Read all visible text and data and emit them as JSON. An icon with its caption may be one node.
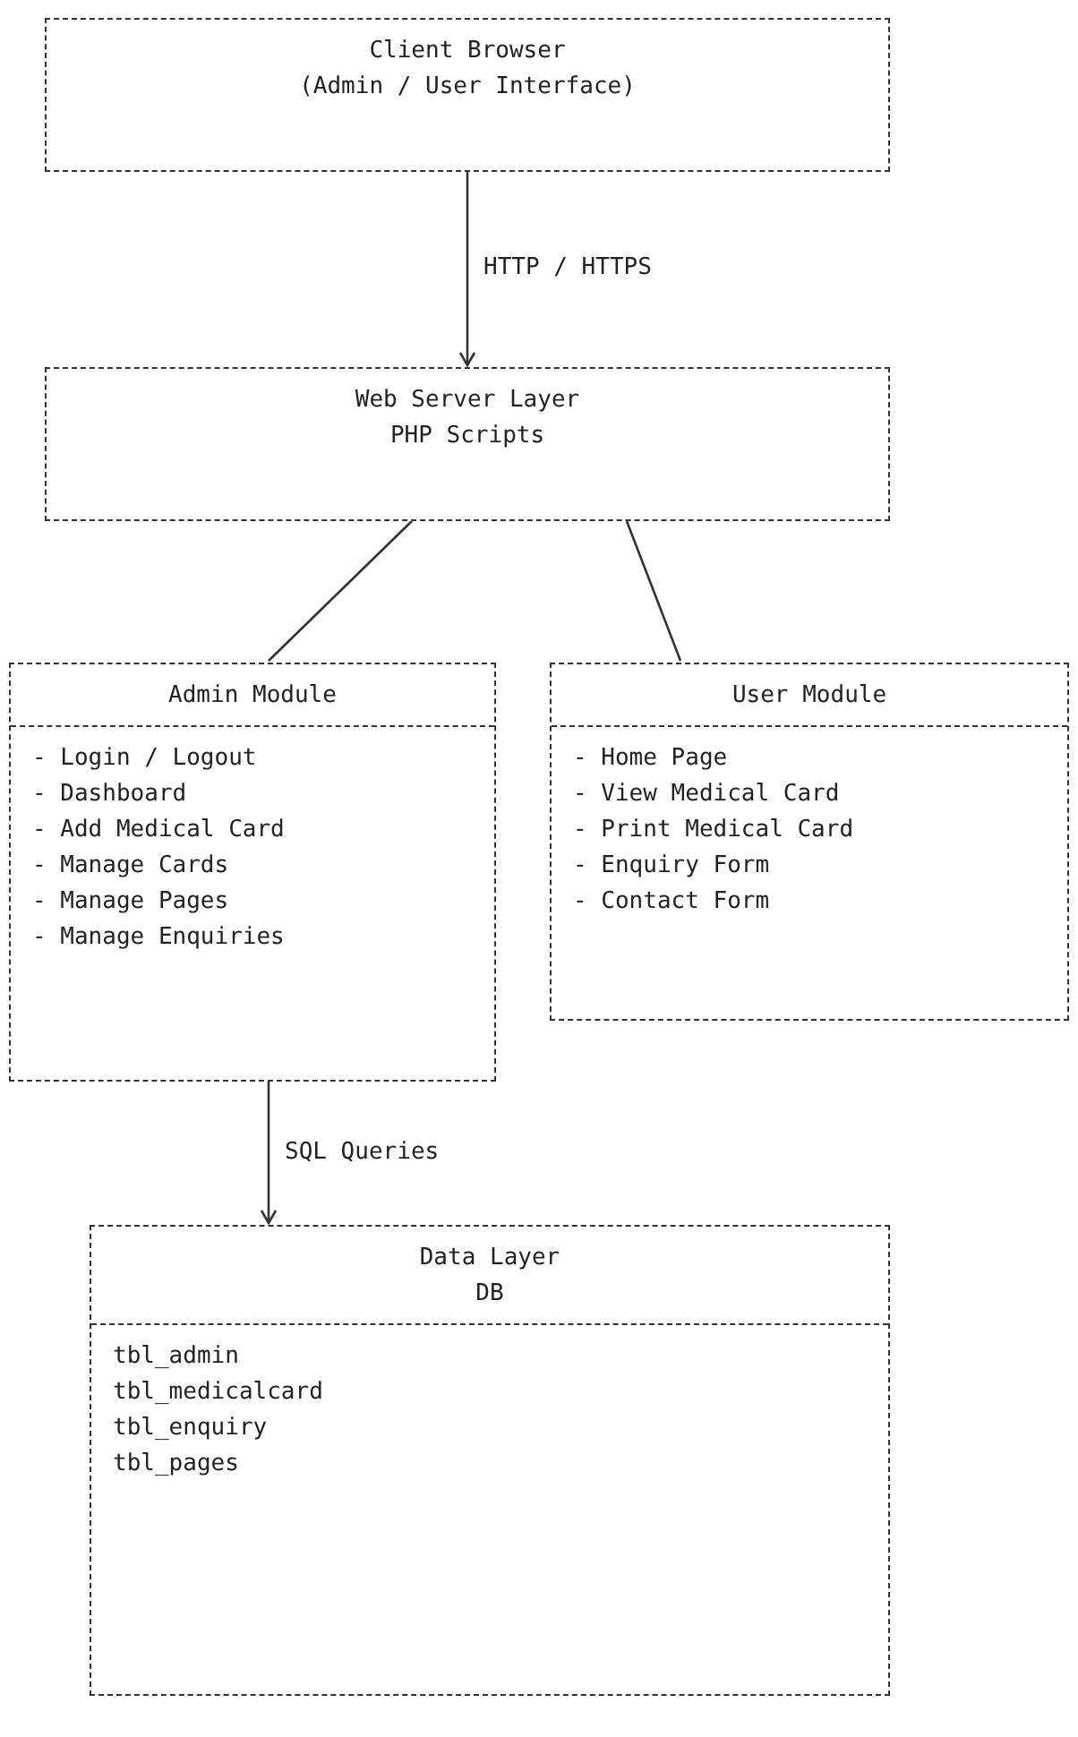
{
  "diagram": {
    "nodes": [
      {
        "text": [
          "Client Browser",
          "(Admin / User Interface)"
        ]
      },
      {
        "text": [
          "Web Server Layer",
          "PHP Scripts"
        ]
      },
      {
        "text": [
          "Admin Module",
          "- Login / Logout",
          "- Dashboard",
          "- Add Medical Card",
          "- Manage Cards",
          "- Manage Pages",
          "- Manage Enquiries"
        ]
      },
      {
        "text": [
          "User Module",
          "- Home Page",
          "- View Medical Card",
          "- Print Medical Card",
          "- Enquiry Form",
          "- Contact Form"
        ]
      },
      {
        "text": [
          "Data Layer",
          "DB",
          "tbl_admin",
          "tbl_medicalcard",
          "tbl_enquiry",
          "tbl_pages"
        ]
      }
    ],
    "edges": [
      {
        "from": 0,
        "to": 1,
        "arrow": "to",
        "label": "HTTP / HTTPS"
      },
      {
        "from": 1,
        "to": 2,
        "arrow": "none"
      },
      {
        "from": 1,
        "to": 3,
        "arrow": "none"
      },
      {
        "from": 2,
        "to": 4,
        "arrow": "to",
        "label": "SQL Queries"
      }
    ]
  }
}
